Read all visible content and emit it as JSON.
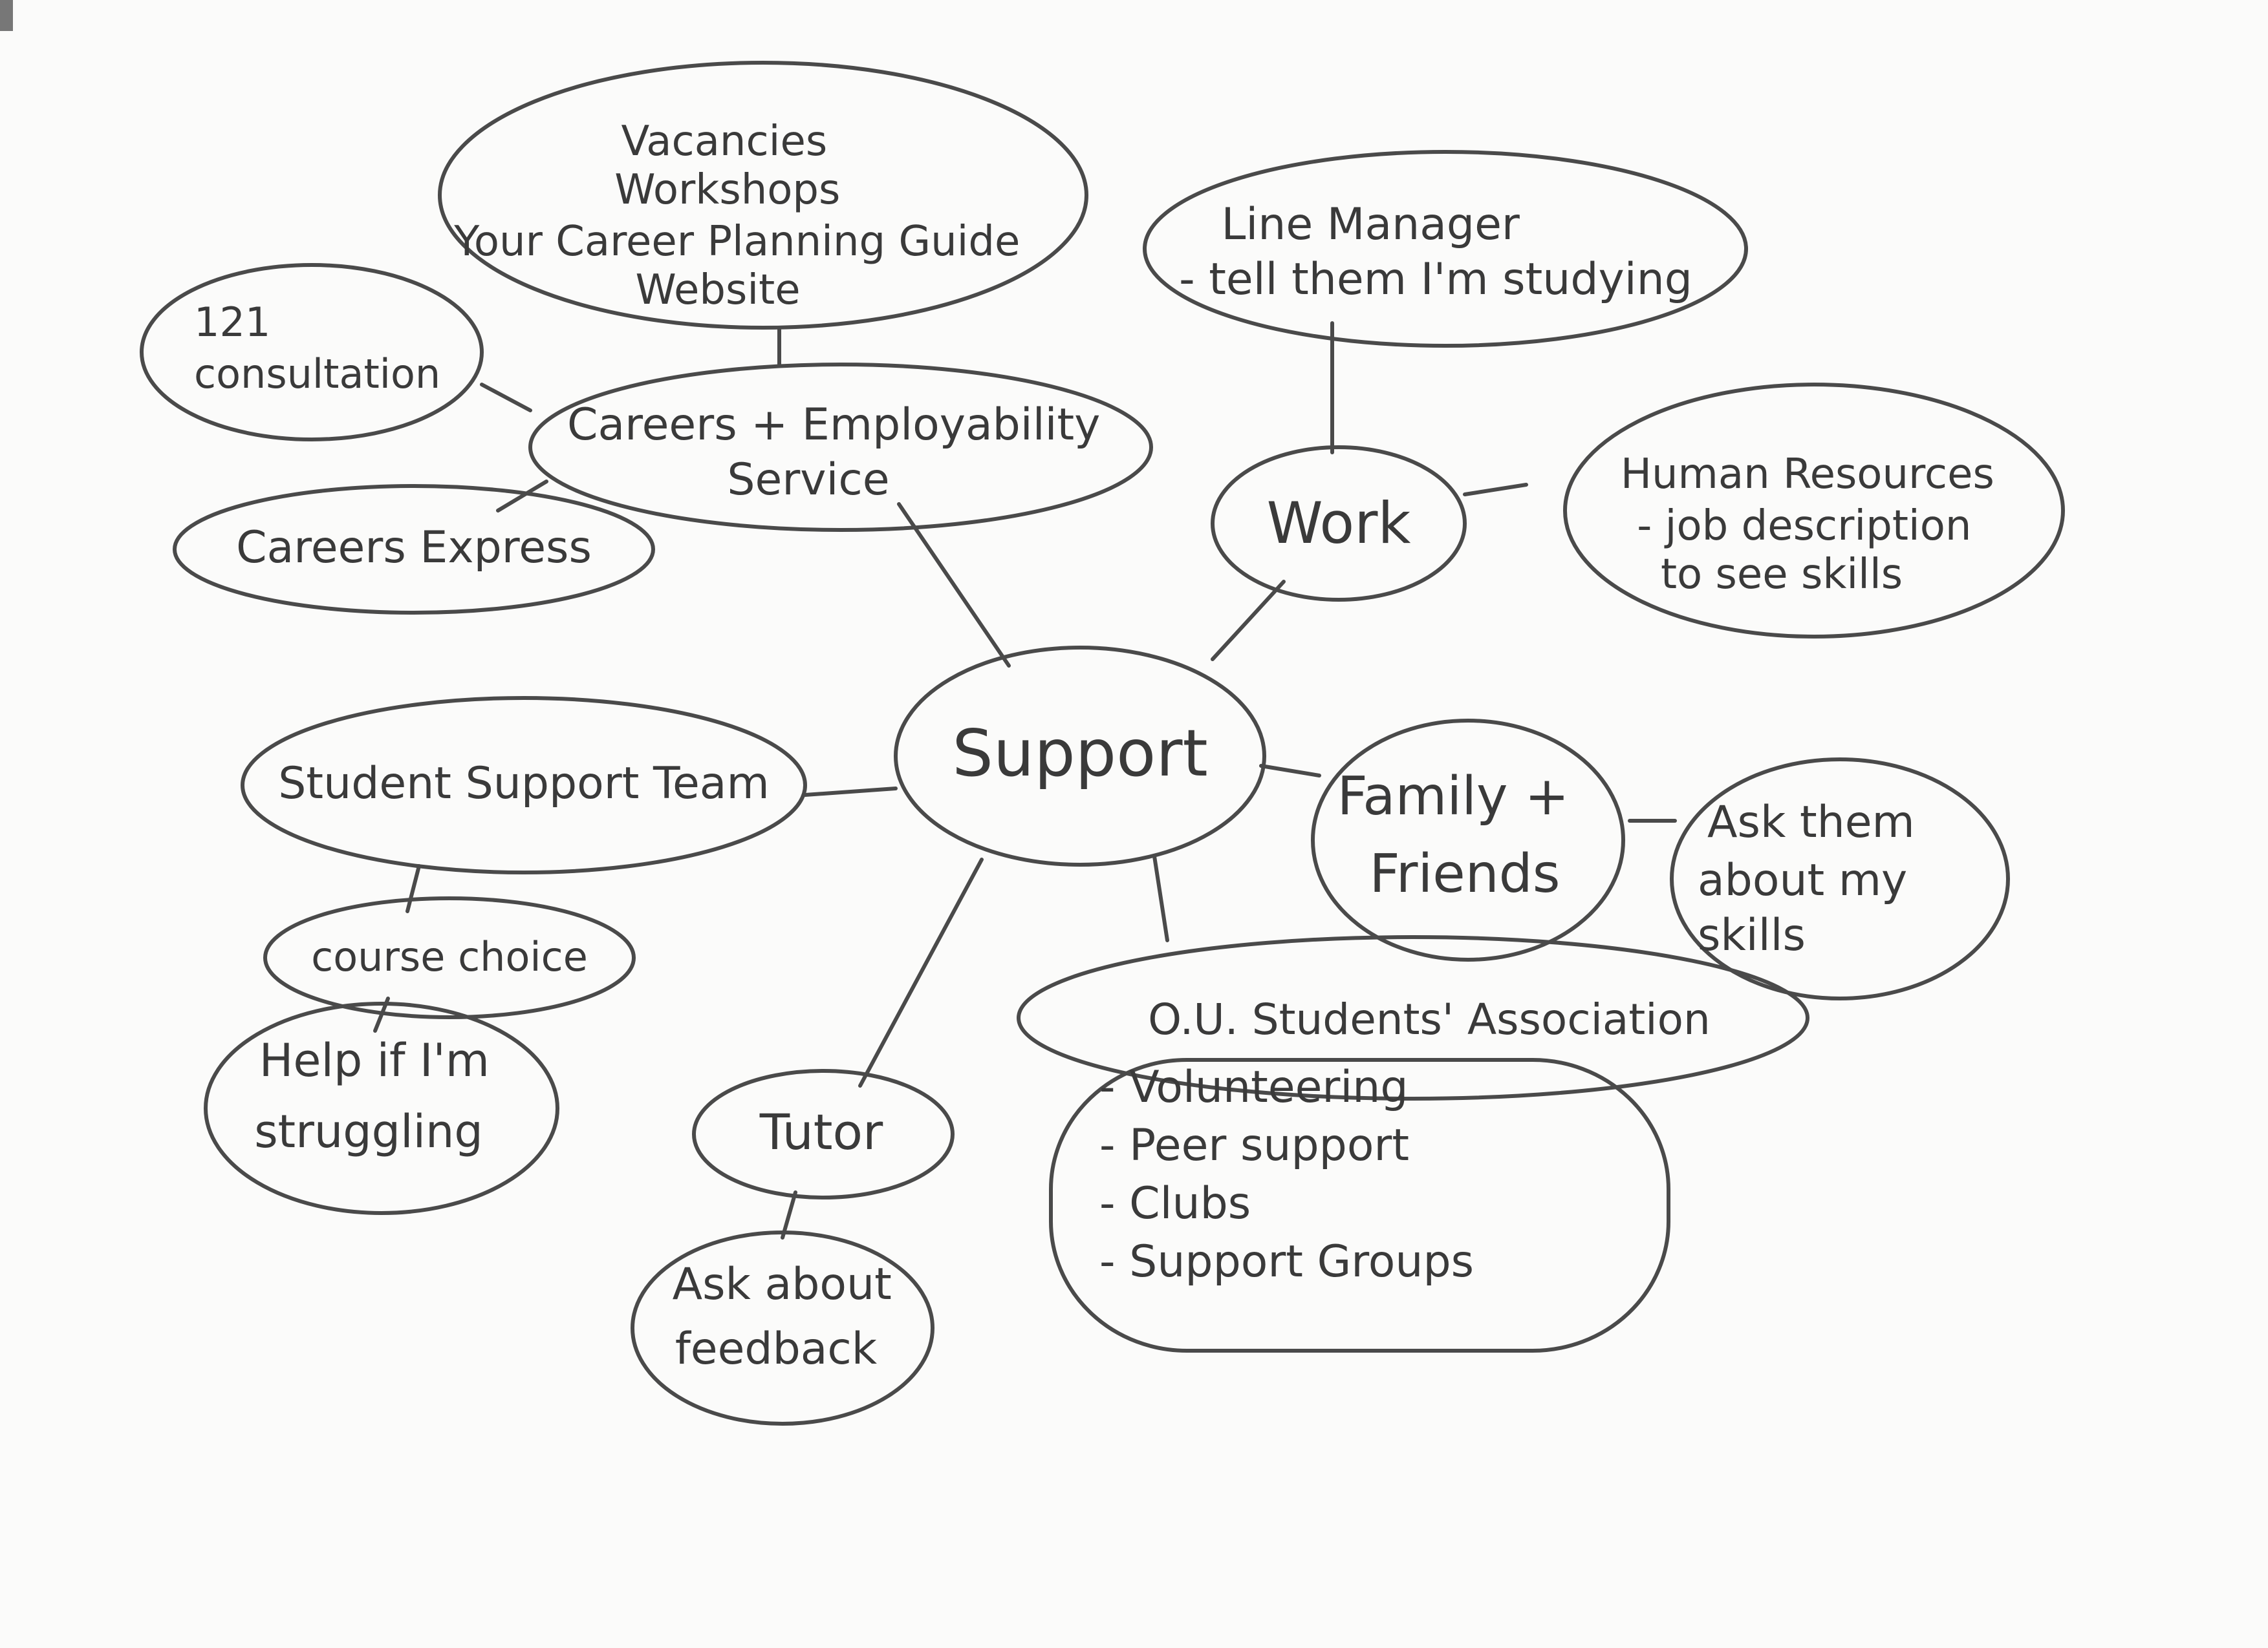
{
  "nodes": {
    "support": [
      "Support"
    ],
    "careers_service": [
      "Careers + Employability",
      "Service"
    ],
    "careers_resources": [
      "Vacancies",
      "Workshops",
      "Your Career Planning Guide",
      "Website"
    ],
    "consultation": [
      "121",
      "consultation"
    ],
    "careers_express": [
      "Careers Express"
    ],
    "work": [
      "Work"
    ],
    "line_manager": [
      "Line Manager",
      "- tell them I'm studying"
    ],
    "human_resources": [
      "Human Resources",
      "- job description",
      "to see skills"
    ],
    "family_friends": [
      "Family +",
      "Friends"
    ],
    "ask_skills": [
      "Ask them",
      "about my",
      "skills"
    ],
    "student_support": [
      "Student Support Team"
    ],
    "course_choice": [
      "course choice"
    ],
    "help_struggling": [
      "Help if I'm",
      "struggling"
    ],
    "tutor": [
      "Tutor"
    ],
    "ask_feedback": [
      "Ask about",
      "feedback"
    ],
    "ou_association": [
      "O.U. Students' Association"
    ],
    "association_list": [
      "- Volunteering",
      "- Peer support",
      "- Clubs",
      "- Support Groups"
    ]
  }
}
